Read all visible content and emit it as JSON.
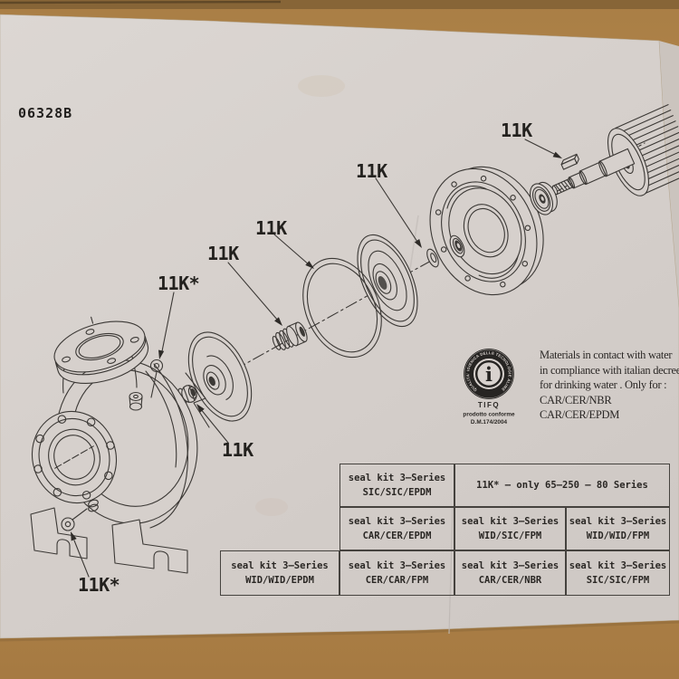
{
  "photo": {
    "cardboard_color": "#b1864b",
    "paper_color": "#d6d0cc"
  },
  "drawing_number": "06328B",
  "diagram": {
    "subject": "exploded-view-centrifugal-pump",
    "callouts": [
      {
        "id": "shaft-key",
        "text": "11K"
      },
      {
        "id": "seal-seat",
        "text": "11K"
      },
      {
        "id": "casing-gasket",
        "text": "11K"
      },
      {
        "id": "mechanical-seal",
        "text": "11K"
      },
      {
        "id": "casing-oring",
        "text": "11K*"
      },
      {
        "id": "impeller-nut",
        "text": "11K"
      },
      {
        "id": "drain-oring",
        "text": "11K*"
      }
    ]
  },
  "certification": {
    "ring_text": "QUALITA' IGIENICA DELLE TECNOLOGIE ALIMENTARI",
    "logo_letter": "i",
    "org": "TIFQ",
    "conform_line": "prodotto conforme",
    "decree_line": "D.M.174/2004",
    "note_lines": [
      "Materials in contact with water",
      "in compliance with italian decree",
      "for drinking water . Only for :",
      "CAR/CER/NBR",
      "CAR/CER/EPDM"
    ]
  },
  "table": {
    "kit_label": "seal kit 3–Series",
    "note_cell": "11K* – only 65–250 – 80 Series",
    "cells": {
      "r1c2": "SIC/SIC/EPDM",
      "r2c2": "CAR/CER/EPDM",
      "r2c3": "WID/SIC/FPM",
      "r2c4": "WID/WID/FPM",
      "r3c1": "WID/WID/EPDM",
      "r3c2": "CER/CAR/FPM",
      "r3c3": "CAR/CER/NBR",
      "r3c4": "SIC/SIC/FPM"
    }
  }
}
